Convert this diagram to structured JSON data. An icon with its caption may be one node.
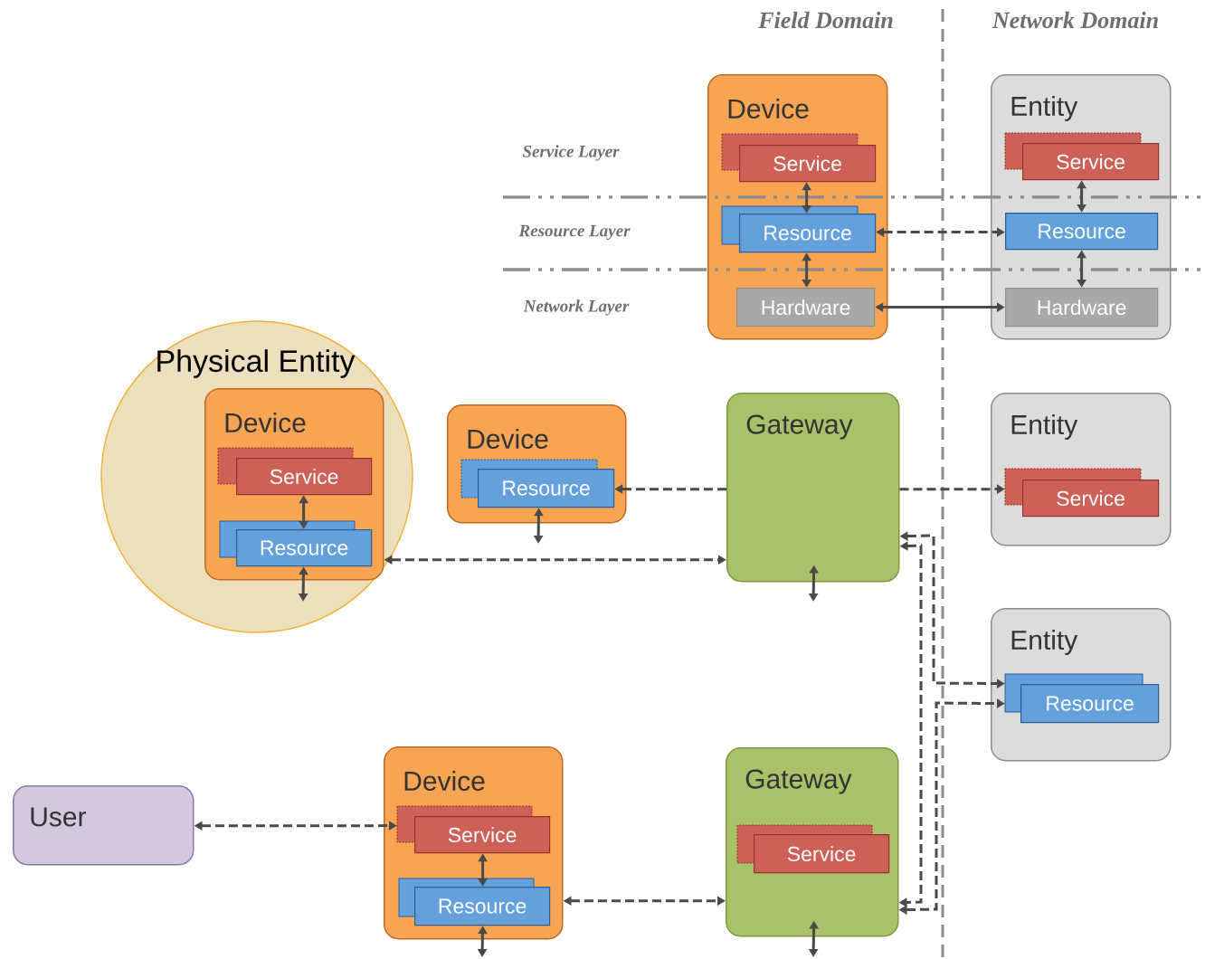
{
  "diagram": {
    "nodes": [
      {
        "text": [
          "Device"
        ]
      },
      {
        "text": [
          "Service"
        ],
        "in": 0
      },
      {
        "text": [
          "Resource"
        ],
        "in": 0
      },
      {
        "text": [
          "Hardware"
        ],
        "in": 0
      },
      {
        "text": [
          "Entity"
        ]
      },
      {
        "text": [
          "Service"
        ],
        "in": 4
      },
      {
        "text": [
          "Resource"
        ],
        "in": 4
      },
      {
        "text": [
          "Hardware"
        ],
        "in": 4
      },
      {
        "text": [
          "Physical Entity"
        ]
      },
      {
        "text": [
          "Device"
        ],
        "in": 8
      },
      {
        "text": [
          "Service"
        ],
        "in": 9
      },
      {
        "text": [
          "Resource"
        ],
        "in": 9
      },
      {
        "text": [
          "Device"
        ]
      },
      {
        "text": [
          "Resource"
        ],
        "in": 12
      },
      {
        "text": [
          "Gateway"
        ]
      },
      {
        "text": [
          "Entity"
        ]
      },
      {
        "text": [
          "Service"
        ],
        "in": 15
      },
      {
        "text": [
          "Entity"
        ]
      },
      {
        "text": [
          "Resource"
        ],
        "in": 17
      },
      {
        "text": [
          "User"
        ]
      },
      {
        "text": [
          "Device"
        ]
      },
      {
        "text": [
          "Service"
        ],
        "in": 20
      },
      {
        "text": [
          "Resource"
        ],
        "in": 20
      },
      {
        "text": [
          "Gateway"
        ]
      },
      {
        "text": [
          "Service"
        ],
        "in": 23
      }
    ],
    "edges": [
      {
        "from": 1,
        "to": 2,
        "arrow": "both"
      },
      {
        "from": 5,
        "to": 6,
        "arrow": "both"
      },
      {
        "from": 2,
        "to": 6,
        "arrow": "both",
        "style": "dashed"
      },
      {
        "from": 2,
        "to": 3,
        "arrow": "both"
      },
      {
        "from": 6,
        "to": 7,
        "arrow": "both"
      },
      {
        "from": 3,
        "to": 7,
        "arrow": "both"
      },
      {
        "from": 10,
        "to": 11,
        "arrow": "both"
      },
      {
        "from": 11,
        "to": null,
        "arrow": "both"
      },
      {
        "from": 13,
        "to": null,
        "arrow": "both"
      },
      {
        "from": 9,
        "to": 14,
        "arrow": "both",
        "style": "dashed"
      },
      {
        "from": 14,
        "to": 13,
        "arrow": "to",
        "style": "dashed"
      },
      {
        "from": 14,
        "to": 16,
        "arrow": "to",
        "style": "dashed"
      },
      {
        "from": 14,
        "to": null,
        "arrow": "both"
      },
      {
        "from": 14,
        "to": 18,
        "arrow": "both",
        "style": "dashed"
      },
      {
        "from": 14,
        "to": 23,
        "arrow": "both",
        "style": "dashed"
      },
      {
        "from": 23,
        "to": 18,
        "arrow": "both",
        "style": "dashed"
      },
      {
        "from": 19,
        "to": 21,
        "arrow": "both",
        "style": "dashed"
      },
      {
        "from": 21,
        "to": 22,
        "arrow": "both"
      },
      {
        "from": 20,
        "to": 23,
        "arrow": "both",
        "style": "dashed"
      },
      {
        "from": 22,
        "to": null,
        "arrow": "both"
      },
      {
        "from": 23,
        "to": null,
        "arrow": "both"
      }
    ],
    "labels": [
      "Field Domain",
      "Network Domain",
      "Service Layer",
      "Resource Layer",
      "Network Layer"
    ]
  }
}
